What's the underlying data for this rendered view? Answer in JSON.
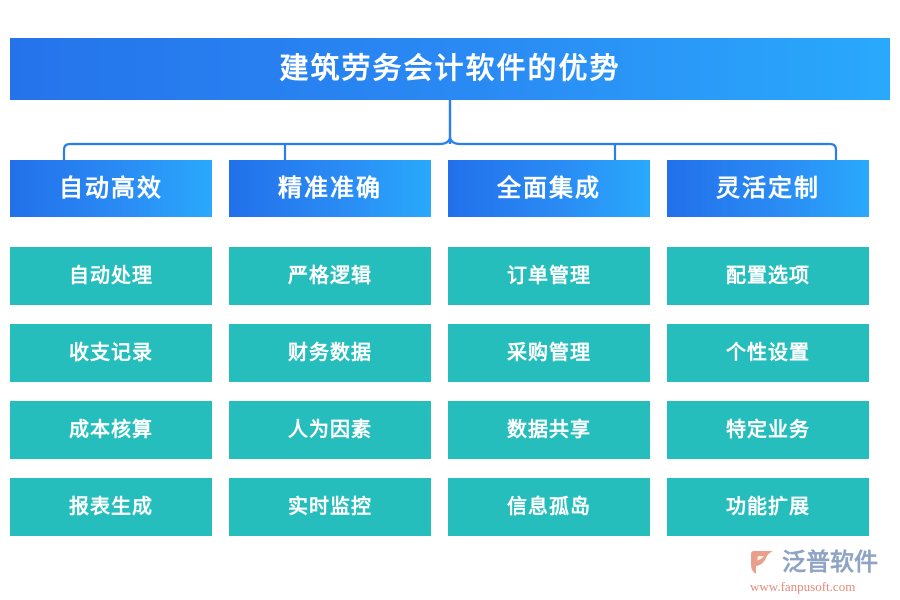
{
  "title": {
    "text": "建筑劳务会计软件的优势"
  },
  "colors": {
    "title_gradient_start": "#2573eb",
    "title_gradient_end": "#29a9fc",
    "header_gradient_start": "#2270ea",
    "header_gradient_end": "#29a9fc",
    "cell_fill": "#26bdbd",
    "connector_line": "#2a7fee",
    "logo_text": "#8fa3c4",
    "logo_url": "#e58a7a",
    "logo_mark": "#e8a08c",
    "background": "#ffffff"
  },
  "connector": {
    "name": "bracket-connector"
  },
  "columns": [
    {
      "header": "自动高效",
      "items": [
        "自动处理",
        "收支记录",
        "成本核算",
        "报表生成"
      ]
    },
    {
      "header": "精准准确",
      "items": [
        "严格逻辑",
        "财务数据",
        "人为因素",
        "实时监控"
      ]
    },
    {
      "header": "全面集成",
      "items": [
        "订单管理",
        "采购管理",
        "数据共享",
        "信息孤岛"
      ]
    },
    {
      "header": "灵活定制",
      "items": [
        "配置选项",
        "个性设置",
        "特定业务",
        "功能扩展"
      ]
    }
  ],
  "logo": {
    "name": "泛普软件",
    "url": "www.fanpusoft.com"
  }
}
